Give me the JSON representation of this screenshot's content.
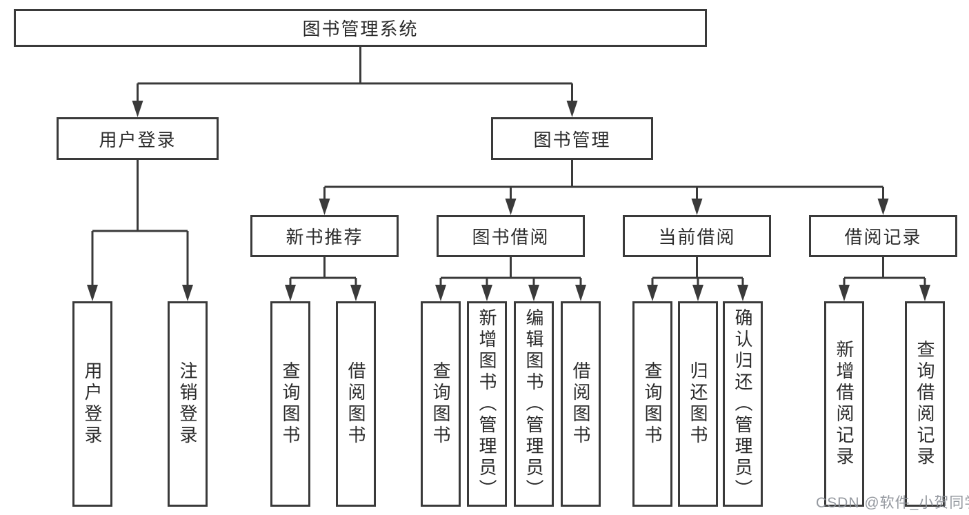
{
  "tree": {
    "root": {
      "label": "图书管理系统"
    },
    "branches": [
      {
        "label": "用户登录",
        "children": [
          "用户登录",
          "注销登录"
        ]
      },
      {
        "label": "图书管理",
        "modules": [
          {
            "label": "新书推荐",
            "children": [
              "查询图书",
              "借阅图书"
            ]
          },
          {
            "label": "图书借阅",
            "children": [
              "查询图书",
              "新增图书（管理员）",
              "编辑图书（管理员）",
              "借阅图书"
            ]
          },
          {
            "label": "当前借阅",
            "children": [
              "查询图书",
              "归还图书",
              "确认归还（管理员）"
            ]
          },
          {
            "label": "借阅记录",
            "children": [
              "新增借阅记录",
              "查询借阅记录"
            ]
          }
        ]
      }
    ]
  },
  "watermark": {
    "text": "CSDN @软件_小贺同学"
  },
  "colors": {
    "line": "#3a3a3a",
    "text": "#2b2b2b",
    "background": "#ffffff",
    "watermark": "#8b9097"
  }
}
